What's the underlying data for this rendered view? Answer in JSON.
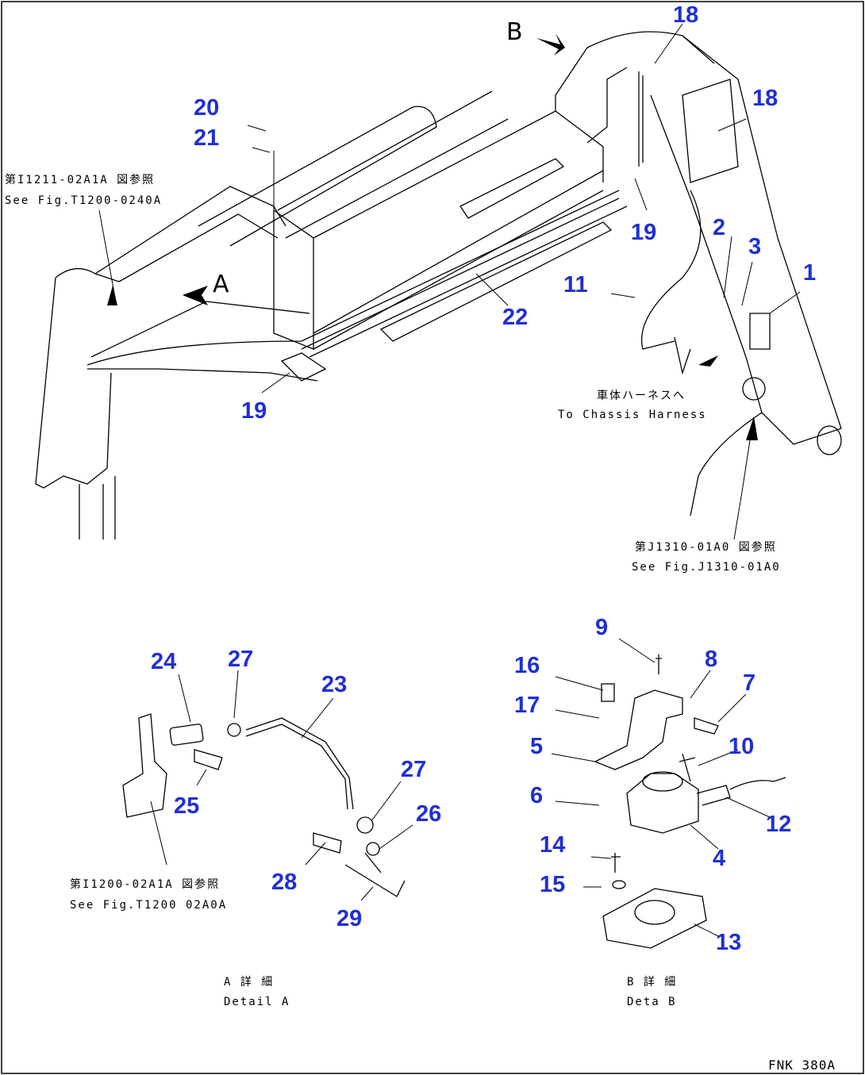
{
  "labels": {
    "n1": "1",
    "n2": "2",
    "n3": "3",
    "n4": "4",
    "n5": "5",
    "n6": "6",
    "n7": "7",
    "n8": "8",
    "n9": "9",
    "n10": "10",
    "n11": "11",
    "n12": "12",
    "n13": "13",
    "n14": "14",
    "n15": "15",
    "n16": "16",
    "n17": "17",
    "n18": "18",
    "n19": "19",
    "n20": "20",
    "n21": "21",
    "n22": "22",
    "n23": "23",
    "n24": "24",
    "n25": "25",
    "n26": "26",
    "n27": "27",
    "n28": "28",
    "n29": "29"
  },
  "views": {
    "a": "A",
    "b": "B"
  },
  "notes": {
    "ref_top_left_jp": "第I1211-02A1A 図参照",
    "ref_top_left_en": "See Fig.T1200-0240A",
    "chassis_jp": "車体ハーネスへ",
    "chassis_en": "To Chassis Harness",
    "ref_right_jp": "第J1310-01A0 図参照",
    "ref_right_en": "See Fig.J1310-01A0",
    "ref_bottom_jp": "第I1200-02A1A 図参照",
    "ref_bottom_en": "See Fig.T1200 02A0A",
    "detail_a_jp": "A 詳 細",
    "detail_a_en": "Detail A",
    "detail_b_jp": "B 詳 細",
    "detail_b_en": "Deta B"
  },
  "drawing_code": "FNK 380A",
  "colors": {
    "callout": "#1f2fd6",
    "line": "#000000",
    "background": "#ffffff"
  }
}
